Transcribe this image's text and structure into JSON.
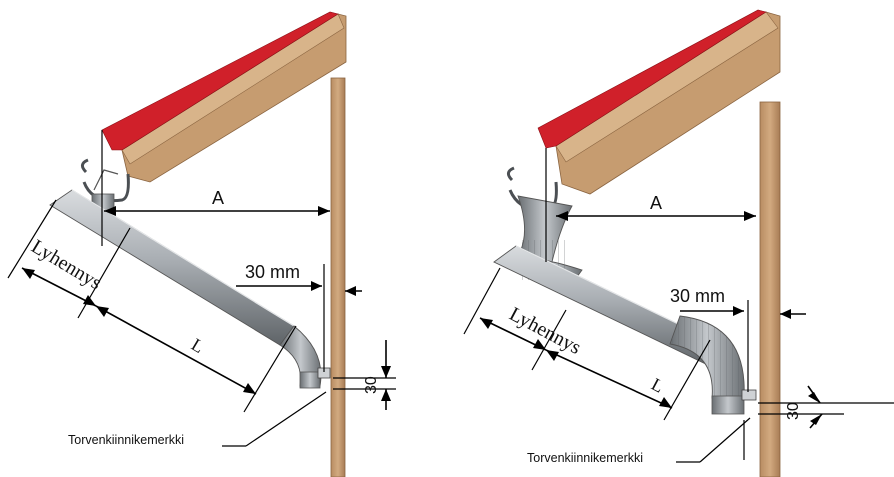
{
  "left": {
    "dim_a": "A",
    "dim_30mm": "30 mm",
    "dim_shortening": "Lyhennys",
    "dim_length": "L",
    "dim_30": "30",
    "bracket_mark": "Torvenkiinnikemerkki"
  },
  "right": {
    "dim_a": "A",
    "dim_30mm": "30 mm",
    "dim_shortening": "Lyhennys",
    "dim_length": "L",
    "dim_30": "30",
    "bracket_mark": "Torvenkiinnikemerkki"
  },
  "colors": {
    "roof_red": "#d0202a",
    "wood": "#c9a27a",
    "wood_dark": "#9c7552",
    "pipe": "#a9aeb3",
    "pipe_dark": "#6e7378"
  }
}
